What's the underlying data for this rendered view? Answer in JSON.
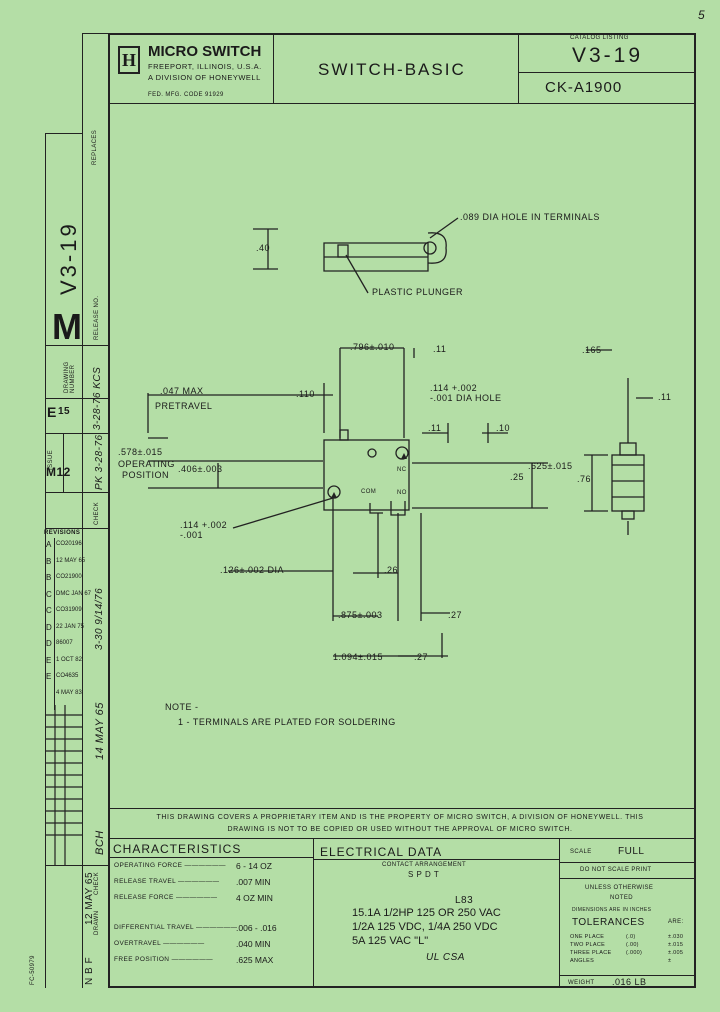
{
  "corner_mark": "5",
  "title_block": {
    "logo_letter": "H",
    "company": "MICRO SWITCH",
    "address_line1": "FREEPORT, ILLINOIS, U.S.A.",
    "address_line2": "A DIVISION OF HONEYWELL",
    "fed_code": "FED. MFG. CODE 91929",
    "title": "SWITCH-BASIC",
    "catalog_label": "CATALOG LISTING",
    "catalog_number": "V3-19",
    "ck_number": "CK-A1900"
  },
  "side_strip": {
    "replaces_label": "REPLACES",
    "listing": "V3-19",
    "release_no_label": "RELEASE NO.",
    "release_no_hand": "3-28-76 KCS",
    "drawing_number_label": "DRAWING NUMBER",
    "drawing_letter": "M",
    "issue_label": "ISSUE",
    "issue_e": "E",
    "issue_15": "15",
    "issue_m12": "M12",
    "check_label": "CHECK",
    "check_hand": "PK 3-28-76",
    "revisions_label": "REVISIONS",
    "revisions": [
      {
        "letter": "A",
        "text": "CO20196"
      },
      {
        "letter": "B",
        "text": "12 MAY 65"
      },
      {
        "letter": "B",
        "text": "CO21900"
      },
      {
        "letter": "C",
        "text": "DMC JAN 67"
      },
      {
        "letter": "C",
        "text": "CO31909"
      },
      {
        "letter": "D",
        "text": "22 JAN 75"
      },
      {
        "letter": "D",
        "text": "86007"
      },
      {
        "letter": "E",
        "text": "1 OCT 82"
      },
      {
        "letter": "E",
        "text": "CO4635"
      },
      {
        "letter": "",
        "text": "4 MAY 83"
      }
    ],
    "hand_date": "3-30 9/14/76",
    "hand_date2": "14 MAY 65",
    "hand_check": "BCH",
    "bottom_code": "FC-50979",
    "drawn_label": "DRAWN",
    "check2_label": "CHECK",
    "drawn_value": "12 MAY 65",
    "drawn_initials": "N B F"
  },
  "drawing": {
    "top_hole": ".089 DIA HOLE IN TERMINALS",
    "top_height": ".40",
    "plunger": "PLASTIC PLUNGER",
    "dim_796": ".796±.010",
    "dim_11a": ".11",
    "pretravel_value": ".047 MAX",
    "pretravel_label": "PRETRAVEL",
    "dim_110": ".110",
    "dim_114_top": ".114 +.002\n-.001 DIA HOLE",
    "op_pos_value": ".578±.015",
    "op_pos_label1": "OPERATING",
    "op_pos_label2": "POSITION",
    "dim_406": ".406±.003",
    "dim_11b": ".11",
    "dim_10": ".10",
    "dim_625": ".625±.015",
    "dim_25": ".25",
    "dim_165": ".165",
    "dim_11c": ".11",
    "dim_76": ".76",
    "dim_114_bot": ".114 +.002\n-.001",
    "dim_126": ".126±.002 DIA",
    "dim_26": ".26",
    "dim_875": ".875±.003",
    "dim_27a": ".27",
    "dim_1094": "1.094±.015",
    "dim_27b": ".27",
    "com": "COM",
    "nc": "NC",
    "no": "NO",
    "note_title": "NOTE -",
    "note_1": "1 - TERMINALS ARE PLATED FOR SOLDERING"
  },
  "proprietary": "THIS DRAWING COVERS A PROPRIETARY ITEM AND IS THE PROPERTY OF MICRO SWITCH, A DIVISION OF HONEYWELL. THIS DRAWING IS NOT TO BE COPIED OR USED WITHOUT THE APPROVAL OF MICRO SWITCH.",
  "characteristics": {
    "title": "CHARACTERISTICS",
    "rows": [
      {
        "label": "OPERATING FORCE",
        "value": "6 - 14 OZ"
      },
      {
        "label": "RELEASE TRAVEL",
        "value": ".007 MIN"
      },
      {
        "label": "RELEASE FORCE",
        "value": "4 OZ MIN"
      },
      {
        "label": "DIFFERENTIAL TRAVEL",
        "value": ".006 - .016"
      },
      {
        "label": "OVERTRAVEL",
        "value": ".040 MIN"
      },
      {
        "label": "FREE POSITION",
        "value": ".625 MAX"
      }
    ]
  },
  "electrical": {
    "title": "ELECTRICAL DATA",
    "contact_label": "CONTACT ARRANGEMENT",
    "contact_value": "S P D T",
    "code": "L83",
    "line1": "15.1A 1/2HP 125 OR 250 VAC",
    "line2": "1/2A 125 VDC, 1/4A 250 VDC",
    "line3": "5A 125 VAC \"L\"",
    "marks": "UL CSA"
  },
  "right_block": {
    "scale_label": "SCALE",
    "scale_value": "FULL",
    "do_not_scale": "DO NOT SCALE PRINT",
    "unless": "UNLESS OTHERWISE",
    "noted": "NOTED",
    "dims_in": "DIMENSIONS ARE IN INCHES",
    "tolerances": "TOLERANCES",
    "are": "ARE:",
    "tol_rows": [
      {
        "label": "ONE PLACE",
        "fmt": "(.0)",
        "value": "±.030"
      },
      {
        "label": "TWO PLACE",
        "fmt": "(.00)",
        "value": "±.015"
      },
      {
        "label": "THREE PLACE",
        "fmt": "(.000)",
        "value": "±.005"
      },
      {
        "label": "ANGLES",
        "fmt": "",
        "value": "±"
      }
    ],
    "weight_label": "WEIGHT",
    "weight_value": ".016 LB"
  }
}
